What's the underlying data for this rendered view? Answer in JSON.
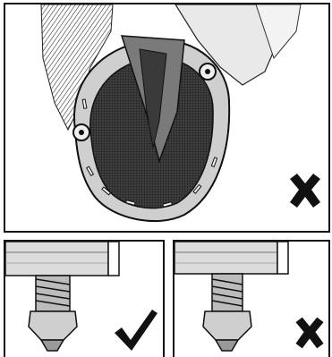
{
  "illustrations": [
    {
      "name": "hoof-with-horseshoe",
      "verdict": "incorrect",
      "mark_icon": "x-mark-icon"
    },
    {
      "name": "stud-fully-threaded",
      "verdict": "correct",
      "mark_icon": "check-mark-icon"
    },
    {
      "name": "stud-gap-visible",
      "verdict": "incorrect",
      "mark_icon": "x-mark-icon"
    }
  ],
  "colors": {
    "ink": "#111111",
    "paper": "#ffffff",
    "shade": "#5a5a5a",
    "dark": "#2a2a2a"
  }
}
